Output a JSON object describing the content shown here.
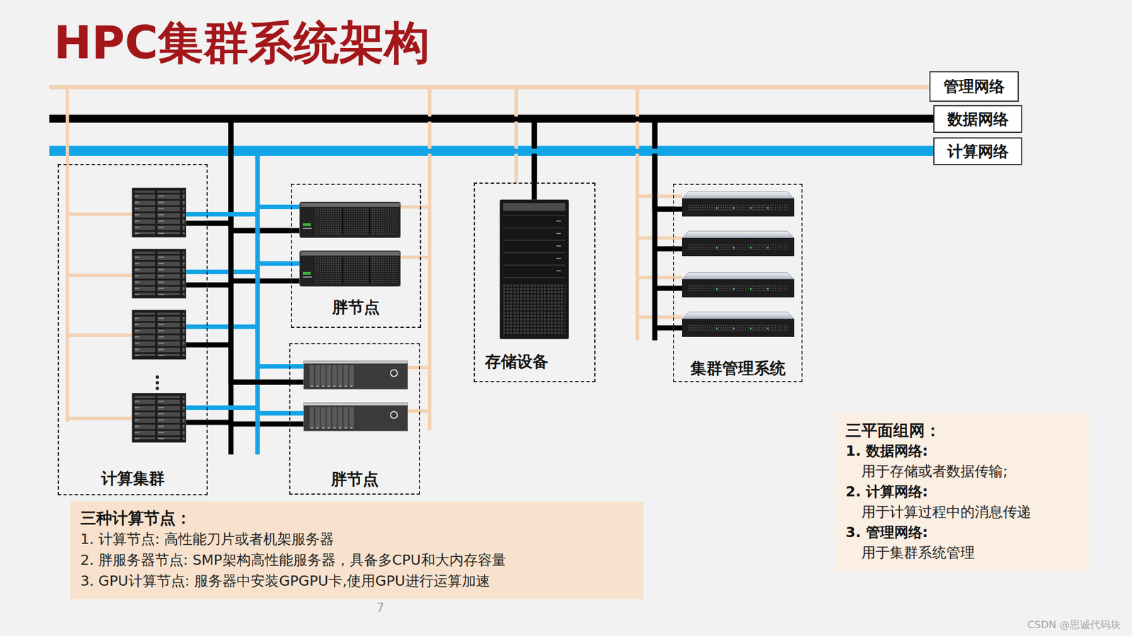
{
  "diagram": {
    "title": "HPC集群系统架构",
    "nodes": [
      {
        "text": [
          "管理网络"
        ]
      },
      {
        "text": [
          "数据网络"
        ]
      },
      {
        "text": [
          "计算网络"
        ]
      },
      {
        "text": [
          "计算集群"
        ]
      },
      {
        "text": [
          "胖节点"
        ]
      },
      {
        "text": [
          "胖节点"
        ]
      },
      {
        "text": [
          "存储设备"
        ]
      },
      {
        "text": [
          "集群管理系统"
        ]
      },
      {
        "text": [
          "三种计算节点：",
          "1. 计算节点: 高性能刀片或者机架服务器",
          "2. 胖服务器节点: SMP架构高性能服务器，具备多CPU和大内存容量",
          "3. GPU计算节点: 服务器中安装GPGPU卡,使用GPU进行运算加速"
        ]
      },
      {
        "text": [
          "三平面组网：",
          "1. 数据网络:",
          "用于存储或者数据传输;",
          "2. 计算网络:",
          "用于计算过程中的消息传递",
          "3. 管理网络:",
          "用于集群系统管理"
        ]
      }
    ],
    "edges": [
      {
        "from": 0,
        "to": 3,
        "arrow": "none"
      },
      {
        "from": 0,
        "to": 4,
        "arrow": "none"
      },
      {
        "from": 0,
        "to": 5,
        "arrow": "none"
      },
      {
        "from": 0,
        "to": 6,
        "arrow": "none"
      },
      {
        "from": 0,
        "to": 7,
        "arrow": "none"
      },
      {
        "from": 1,
        "to": 3,
        "arrow": "none"
      },
      {
        "from": 1,
        "to": 4,
        "arrow": "none"
      },
      {
        "from": 1,
        "to": 5,
        "arrow": "none"
      },
      {
        "from": 1,
        "to": 6,
        "arrow": "none"
      },
      {
        "from": 1,
        "to": 7,
        "arrow": "none"
      },
      {
        "from": 2,
        "to": 3,
        "arrow": "none"
      },
      {
        "from": 2,
        "to": 4,
        "arrow": "none"
      },
      {
        "from": 2,
        "to": 5,
        "arrow": "none"
      }
    ],
    "labels": [
      "7",
      "CSDN @思诚代码块"
    ]
  }
}
